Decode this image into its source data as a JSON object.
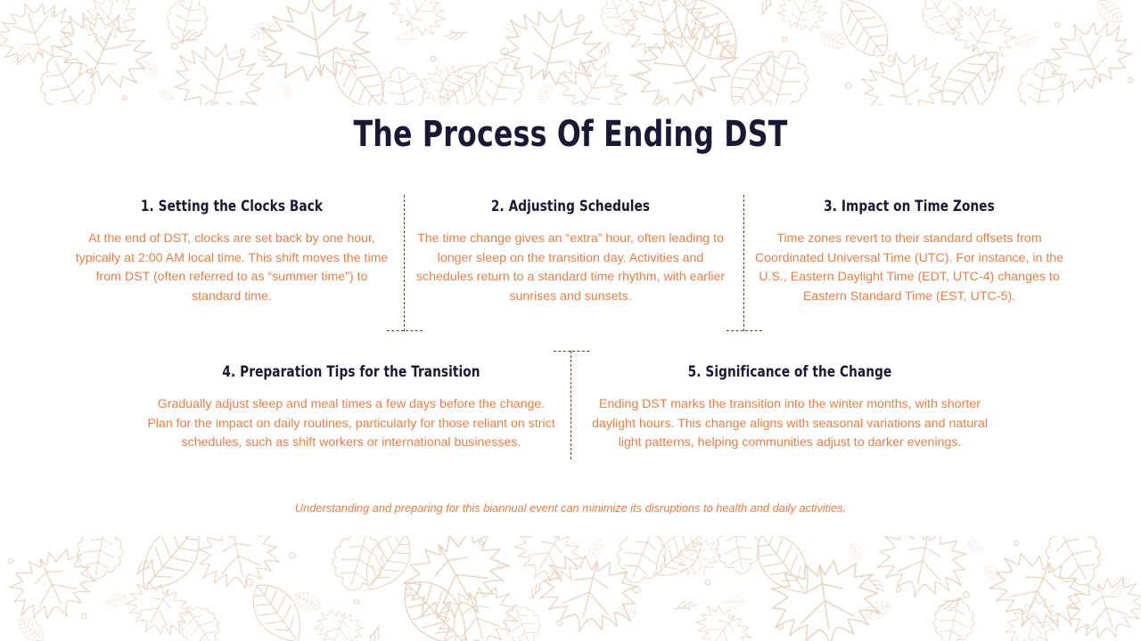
{
  "slide": {
    "title": "The Process Of Ending DST",
    "background_color": "#FFFFFF",
    "title_color": "#191933",
    "body_color": "#E4804A",
    "divider_color": "#6B3A22",
    "leaf_color": "#E8D5C4"
  },
  "sections": [
    {
      "heading": "1. Setting the Clocks Back",
      "body": "At the end of DST, clocks are set back by one hour, typically at 2:00 AM local time. This shift moves the time from DST (often referred to as “summer time”) to standard time."
    },
    {
      "heading": "2. Adjusting Schedules",
      "body": "The time change gives an “extra” hour, often leading to longer sleep on the transition day. Activities and schedules return to a standard time rhythm, with earlier sunrises and sunsets."
    },
    {
      "heading": "3. Impact on Time Zones",
      "body": "Time zones revert to their standard offsets from Coordinated Universal Time (UTC). For instance, in the U.S., Eastern Daylight Time (EDT, UTC-4) changes to Eastern Standard Time (EST, UTC-5)."
    },
    {
      "heading": "4. Preparation Tips for the Transition",
      "body": "Gradually adjust sleep and meal times a few days before the change. Plan for the impact on daily routines, particularly for those reliant on strict schedules, such as shift workers or international businesses."
    },
    {
      "heading": "5. Significance of the Change",
      "body": "Ending DST marks the transition into the winter months, with shorter daylight hours. This change aligns with seasonal variations and natural light patterns, helping communities adjust to darker evenings."
    }
  ],
  "footer": {
    "note": "Understanding and preparing for this biannual event can minimize its disruptions to health and daily activities."
  }
}
